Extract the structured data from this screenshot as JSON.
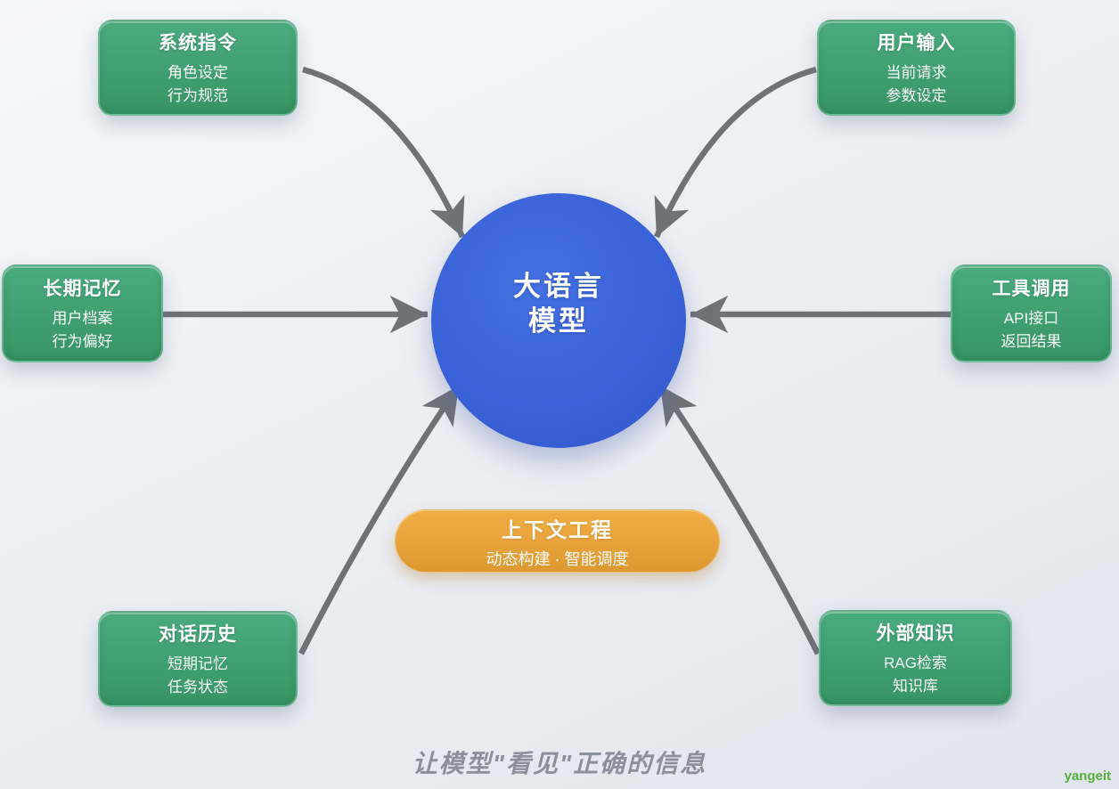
{
  "center": {
    "title_line1": "大语言",
    "title_line2": "模型"
  },
  "nodes": [
    {
      "id": "system-instructions",
      "title": "系统指令",
      "lines": [
        "角色设定",
        "行为规范"
      ],
      "position": "top-left"
    },
    {
      "id": "user-input",
      "title": "用户输入",
      "lines": [
        "当前请求",
        "参数设定"
      ],
      "position": "top-right"
    },
    {
      "id": "long-term-memory",
      "title": "长期记忆",
      "lines": [
        "用户档案",
        "行为偏好"
      ],
      "position": "middle-left"
    },
    {
      "id": "tool-calling",
      "title": "工具调用",
      "lines": [
        "API接口",
        "返回结果"
      ],
      "position": "middle-right"
    },
    {
      "id": "conversation-history",
      "title": "对话历史",
      "lines": [
        "短期记忆",
        "任务状态"
      ],
      "position": "bottom-left"
    },
    {
      "id": "external-knowledge",
      "title": "外部知识",
      "lines": [
        "RAG检索",
        "知识库"
      ],
      "position": "bottom-right"
    }
  ],
  "context_pill": {
    "title": "上下文工程",
    "subtitle": "动态构建 · 智能调度"
  },
  "caption": "让模型\"看见\"正确的信息",
  "watermark": "yangeit",
  "colors": {
    "bg_start": "#F6F7FA",
    "bg_mid": "#EDEFF4",
    "bg_end": "#E2E5EE",
    "node_green_light": "#4AAB7E",
    "node_green": "#41A173",
    "node_green_dark": "#389564",
    "arrow_gray": "#6F7377",
    "center_blue_light": "#4470E0",
    "center_blue": "#3A62D8",
    "center_blue_dark": "#3356C8",
    "pill_orange_light": "#F0AE45",
    "pill_orange": "#E8A23C",
    "pill_orange_dark": "#DE9830",
    "caption_gray": "#8A909C",
    "watermark_green": "#55B13A"
  }
}
